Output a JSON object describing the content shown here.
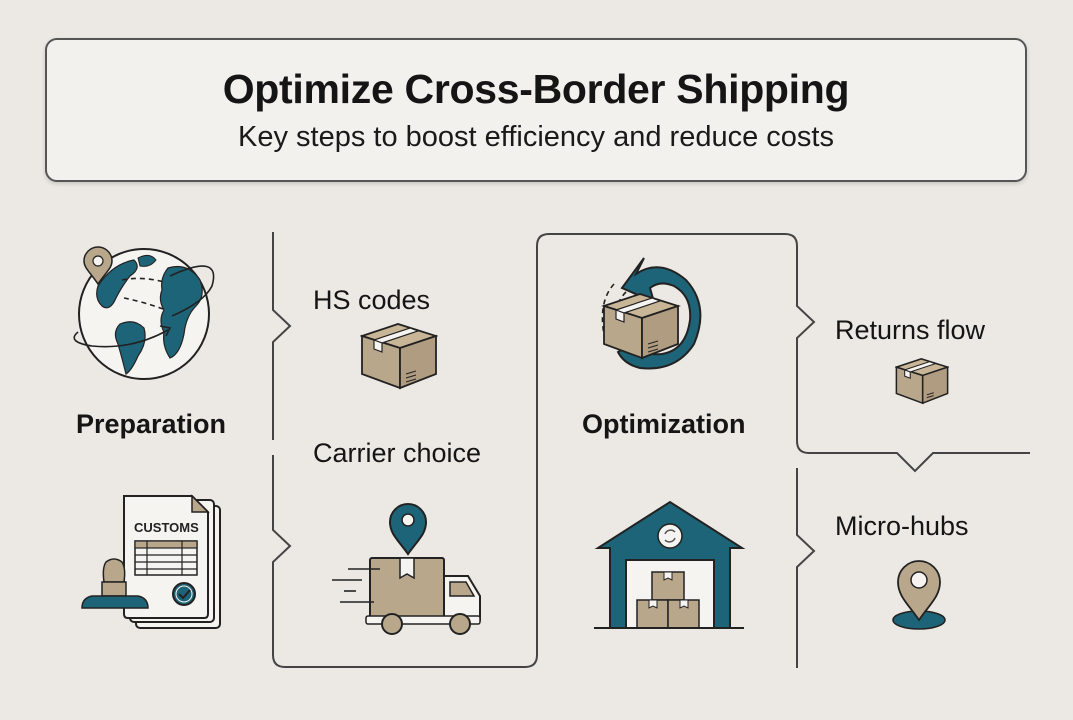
{
  "header": {
    "title": "Optimize Cross-Border Shipping",
    "subtitle": "Key steps to boost efficiency and reduce costs"
  },
  "stages": [
    {
      "label": "Preparation",
      "icon": "globe-shipping-route-icon"
    },
    {
      "label": "Optimization",
      "icon": "box-return-arrow-icon"
    }
  ],
  "steps": {
    "hs_codes": {
      "label": "HS codes",
      "icon": "cardboard-box-icon"
    },
    "carrier_choice": {
      "label": "Carrier choice",
      "icon": "delivery-truck-pin-icon"
    },
    "returns_flow": {
      "label": "Returns flow",
      "icon": "cardboard-box-icon"
    },
    "micro_hubs": {
      "label": "Micro-hubs",
      "icon": "location-pin-icon"
    }
  },
  "customs_doc": {
    "text": "CUSTOMS",
    "icon": "customs-document-stamp-icon"
  },
  "warehouse": {
    "icon": "warehouse-icon"
  },
  "colors": {
    "background": "#ECE9E4",
    "panel": "#F3F1EE",
    "teal": "#1E6478",
    "tan": "#B9A78C",
    "line": "#444444"
  }
}
